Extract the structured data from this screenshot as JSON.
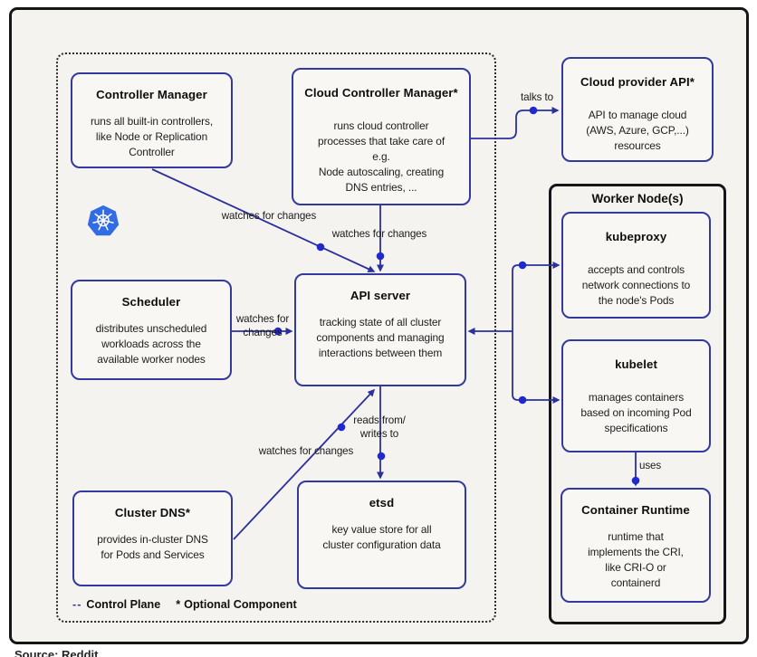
{
  "colors": {
    "kubernetes_blue": "#326ce5",
    "node_border": "#333a9e",
    "wire": "#2b309b",
    "dot": "#2028cf",
    "frame_border": "#161616",
    "background": "#f4f3f0"
  },
  "nodes": {
    "controller_manager": {
      "title": "Controller Manager",
      "body": "runs all built-in controllers,\nlike Node or Replication\nController"
    },
    "cloud_controller_manager": {
      "title": "Cloud Controller Manager*",
      "body": "runs cloud controller\nprocesses that take care of\ne.g.\nNode autoscaling, creating\nDNS entries, ..."
    },
    "scheduler": {
      "title": "Scheduler",
      "body": "distributes unscheduled\nworkloads across the\navailable worker nodes"
    },
    "api_server": {
      "title": "API server",
      "body": "tracking state of all cluster\ncomponents and managing\ninteractions between them"
    },
    "cluster_dns": {
      "title": "Cluster DNS*",
      "body": "provides in-cluster DNS\nfor Pods and Services"
    },
    "etsd": {
      "title": "etsd",
      "body": "key value store for all\ncluster configuration data"
    },
    "cloud_provider_api": {
      "title": "Cloud provider API*",
      "body": "API to manage cloud\n(AWS, Azure, GCP,...)\nresources"
    },
    "kubeproxy": {
      "title": "kubeproxy",
      "body": "accepts and controls\nnetwork connections to\nthe node's Pods"
    },
    "kubelet": {
      "title": "kubelet",
      "body": "manages containers\nbased on incoming Pod\nspecifications"
    },
    "container_runtime": {
      "title": "Container Runtime",
      "body": "runtime that\nimplements the CRI,\nlike CRI-O or\ncontainerd"
    }
  },
  "groups": {
    "worker_nodes_title": "Worker Node(s)"
  },
  "edge_labels": {
    "cm_watches": "watches for changes",
    "ccm_watches": "watches for changes",
    "scheduler_watches": "watches for\nchanges",
    "reads_writes": "reads from/\nwrites to",
    "dns_watches": "watches for changes",
    "talks_to": "talks to",
    "uses": "uses"
  },
  "legend": {
    "control_plane_marker": "--",
    "control_plane_label": "Control Plane",
    "optional_marker": "*",
    "optional_label": "Optional Component"
  },
  "source_note": "Source: Reddit"
}
